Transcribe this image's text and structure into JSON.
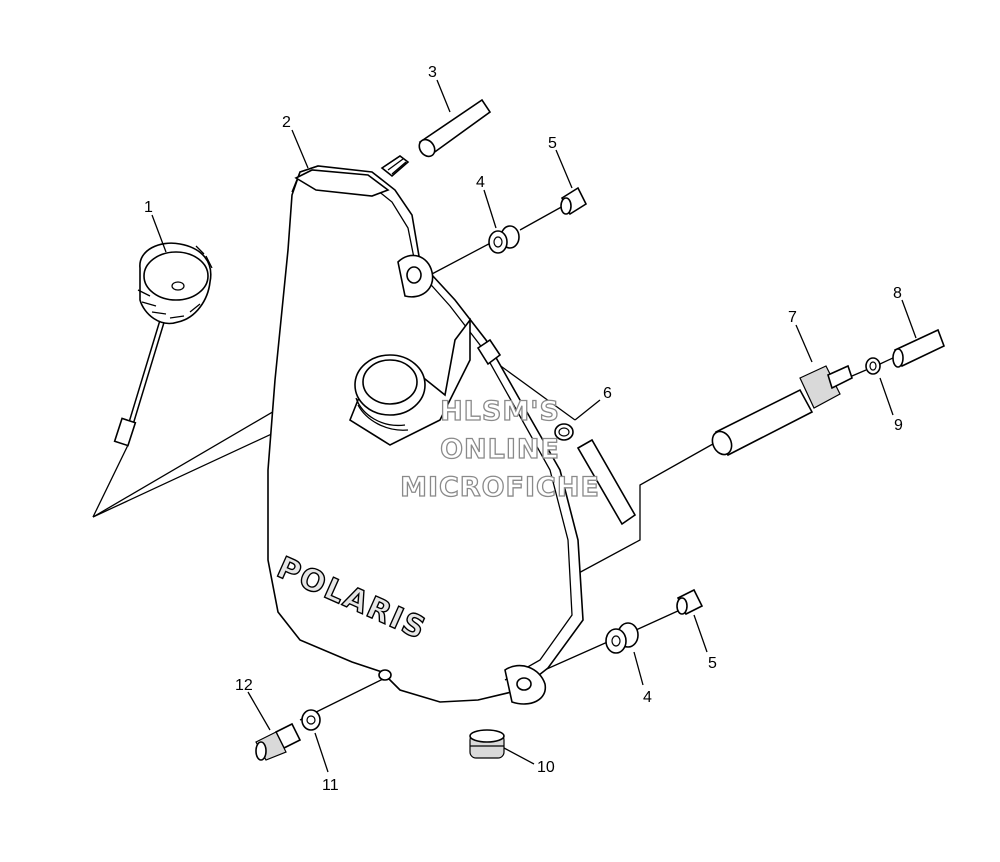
{
  "callouts": {
    "c1": "1",
    "c2": "2",
    "c3": "3",
    "c4a": "4",
    "c5a": "5",
    "c6": "6",
    "c7": "7",
    "c8": "8",
    "c9": "9",
    "c4b": "4",
    "c5b": "5",
    "c10": "10",
    "c11": "11",
    "c12": "12"
  },
  "brand_logo": "POLARIS",
  "watermark": {
    "line1": "HLSM'S",
    "line2": "ONLINE",
    "line3": "MICROFICHE"
  }
}
